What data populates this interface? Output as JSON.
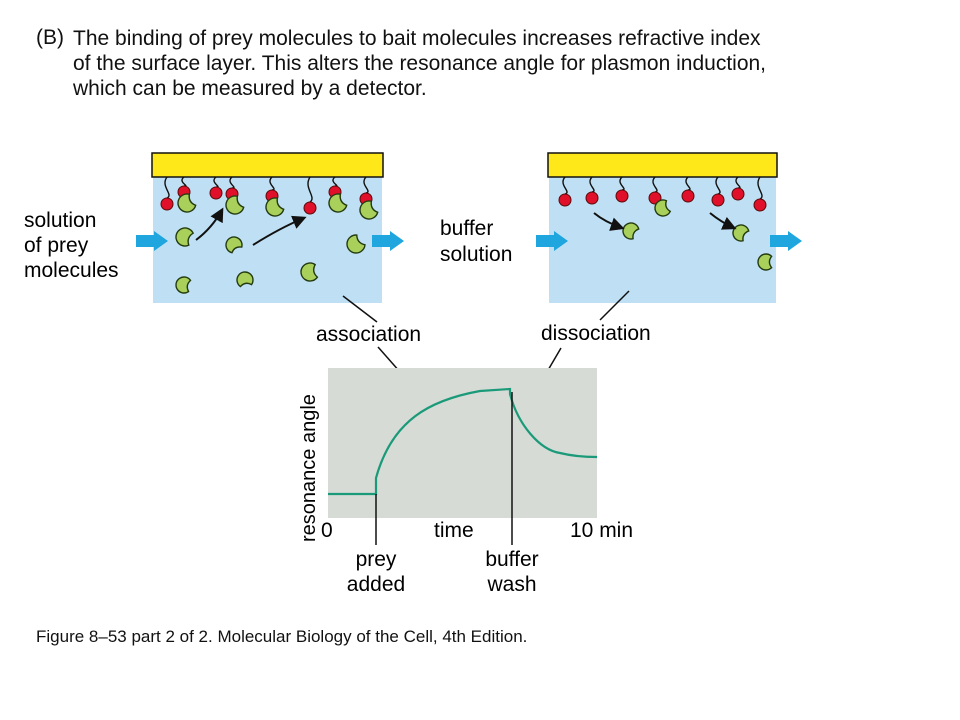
{
  "panel": {
    "letter": "(B)",
    "heading_lines": [
      "The binding of prey molecules to bait molecules increases refractive index",
      "of the surface layer. This alters the resonance angle for plasmon induction,",
      "which can be measured by a detector."
    ]
  },
  "left_chamber": {
    "inlet_label_lines": [
      "solution",
      "of prey",
      "molecules"
    ]
  },
  "right_chamber": {
    "inlet_label_lines": [
      "buffer",
      "solution"
    ]
  },
  "labels": {
    "association": "association",
    "dissociation": "dissociation"
  },
  "graph": {
    "y_axis_label": "resonance angle",
    "x_axis_label": "time",
    "x_start_label": "0",
    "x_end_label": "10 min",
    "event_prey_lines": [
      "prey",
      "added"
    ],
    "event_buffer_lines": [
      "buffer",
      "wash"
    ]
  },
  "caption": "Figure 8–53 part 2 of 2. Molecular Biology of the Cell, 4th Edition.",
  "colors": {
    "gold": "#ffe81a",
    "solution": "#bfe0f4",
    "graph_bg": "#d6dbd6",
    "curve": "#1a9a78",
    "flow_arrow": "#1fa6de",
    "bait": "#e0102a",
    "prey": "#a8d05a"
  }
}
